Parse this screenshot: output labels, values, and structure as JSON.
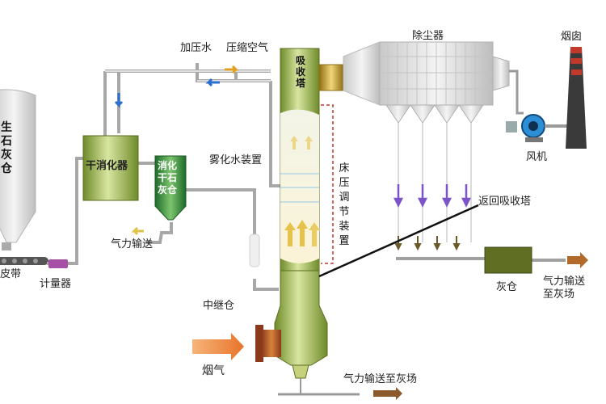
{
  "labels": {
    "lime_silo": "生石灰仓",
    "belt": "皮带",
    "meter": "计量器",
    "dry_slaker": "干消化器",
    "hydrated_silo": "消化干石灰仓",
    "pneumatic_convey": "气力输送",
    "pressurized_water": "加压水",
    "compressed_air": "压缩空气",
    "absorber": "吸收塔",
    "atomizer": "雾化水装置",
    "bed_pressure": "床压调节装置",
    "dust_collector": "除尘器",
    "chimney": "烟囱",
    "fan": "风机",
    "return": "返回吸收塔",
    "ash_silo": "灰仓",
    "pneumatic_to_ash": "气力输送至灰场",
    "relay_bin": "中继仓",
    "flue_gas": "烟气",
    "bottom_to_ash": "气力输送至灰场"
  },
  "colors": {
    "equipment_green": "#8fa63c",
    "silo_green": "#2f8a3a",
    "pipe_gray": "#9a9a9a",
    "hot_gas_orange": "#e8742a",
    "duct_gold": "#c9a227",
    "flow_purple": "#7b55c8",
    "water_blue": "#2a6fd0",
    "control_red": "#c0392b",
    "fan_blue": "#2c8fd6"
  }
}
